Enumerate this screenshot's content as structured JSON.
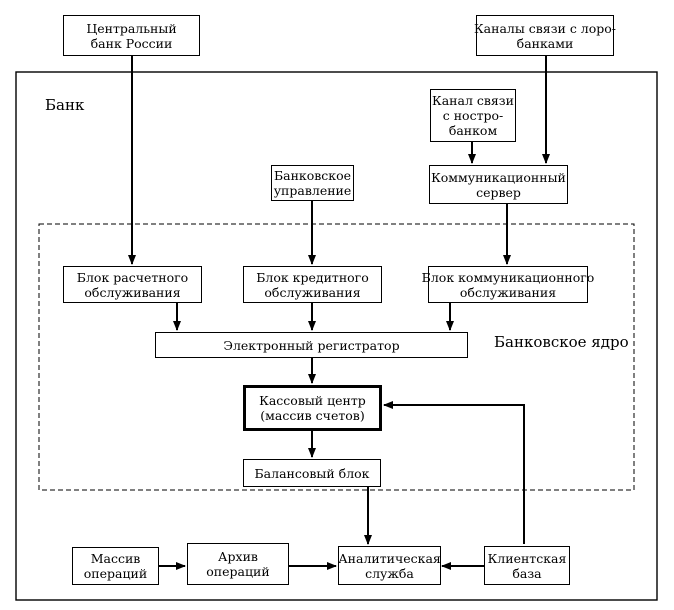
{
  "labels": {
    "bank": "Банк",
    "core": "Банковское ядро"
  },
  "nodes": {
    "cbr": [
      "Центральный",
      "банк России"
    ],
    "loro": [
      "Каналы связи с лоро-",
      "банками"
    ],
    "nostro": [
      "Канал связи",
      "с ностро-",
      "банком"
    ],
    "mgmt": [
      "Банковское",
      "управление"
    ],
    "comm_server": [
      "Коммуникационный",
      "сервер"
    ],
    "settlement": [
      "Блок расчетного",
      "обслуживания"
    ],
    "credit": [
      "Блок кредитного",
      "обслуживания"
    ],
    "comm_service": [
      "Блок коммуникационного",
      "обслуживания"
    ],
    "registrar": [
      "Электронный регистратор"
    ],
    "cash_center": [
      "Кассовый центр",
      "(массив счетов)"
    ],
    "balance": [
      "Балансовый блок"
    ],
    "ops_array": [
      "Массив",
      "операций"
    ],
    "ops_archive": [
      "Архив",
      "операций"
    ],
    "analytics": [
      "Аналитическая",
      "служба"
    ],
    "clients": [
      "Клиентская",
      "база"
    ]
  },
  "edges": [
    [
      "cbr",
      "settlement"
    ],
    [
      "loro",
      "comm_server"
    ],
    [
      "nostro",
      "comm_server"
    ],
    [
      "mgmt",
      "credit"
    ],
    [
      "comm_server",
      "comm_service"
    ],
    [
      "settlement",
      "registrar"
    ],
    [
      "credit",
      "registrar"
    ],
    [
      "comm_service",
      "registrar"
    ],
    [
      "registrar",
      "cash_center"
    ],
    [
      "cash_center",
      "balance"
    ],
    [
      "balance",
      "analytics"
    ],
    [
      "ops_array",
      "ops_archive"
    ],
    [
      "ops_archive",
      "analytics"
    ],
    [
      "clients",
      "analytics"
    ],
    [
      "clients",
      "cash_center"
    ]
  ]
}
